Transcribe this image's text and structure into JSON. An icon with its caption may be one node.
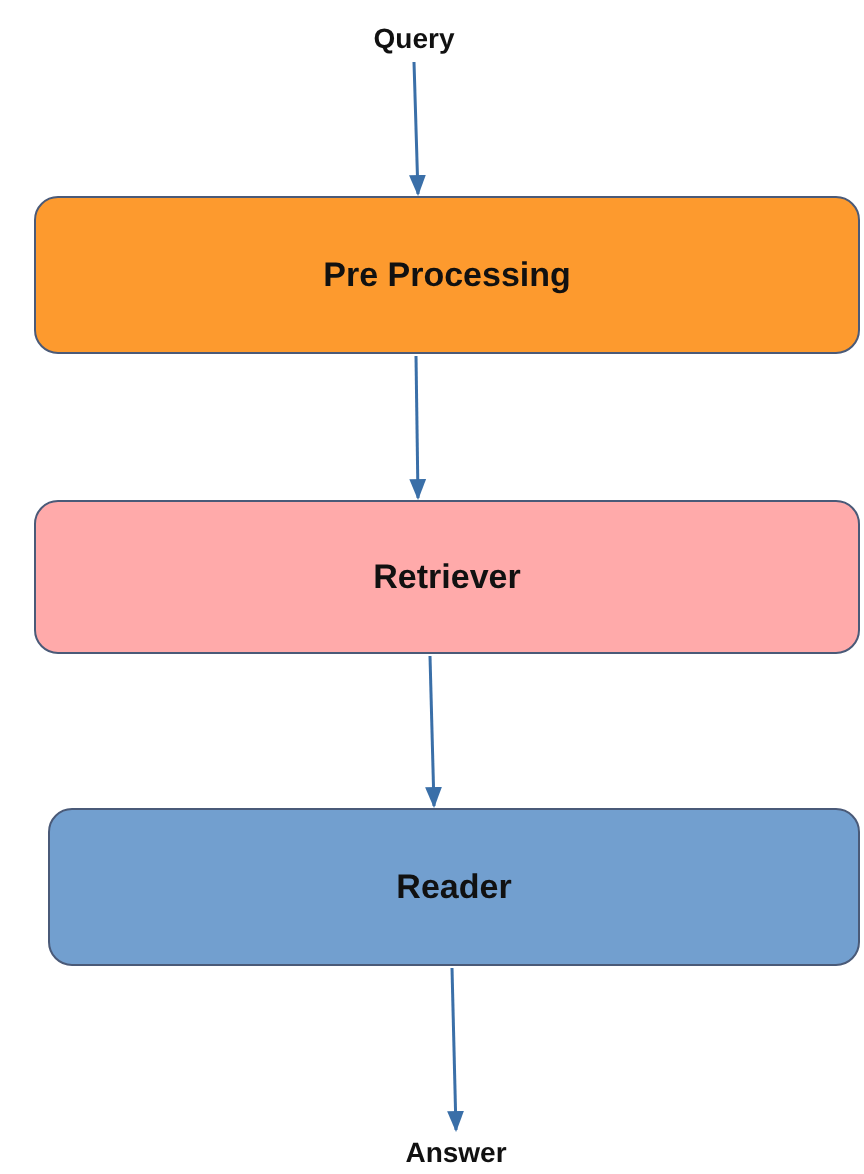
{
  "diagram": {
    "nodes": [
      {
        "text": [
          "Query"
        ]
      },
      {
        "text": [
          "Pre Processing"
        ]
      },
      {
        "text": [
          "Retriever"
        ]
      },
      {
        "text": [
          "Reader"
        ]
      },
      {
        "text": [
          "Answer"
        ]
      }
    ],
    "edges": [
      {
        "from": 0,
        "to": 1,
        "arrow": "to"
      },
      {
        "from": 1,
        "to": 2,
        "arrow": "to"
      },
      {
        "from": 2,
        "to": 3,
        "arrow": "to"
      },
      {
        "from": 3,
        "to": 4,
        "arrow": "to"
      }
    ]
  }
}
